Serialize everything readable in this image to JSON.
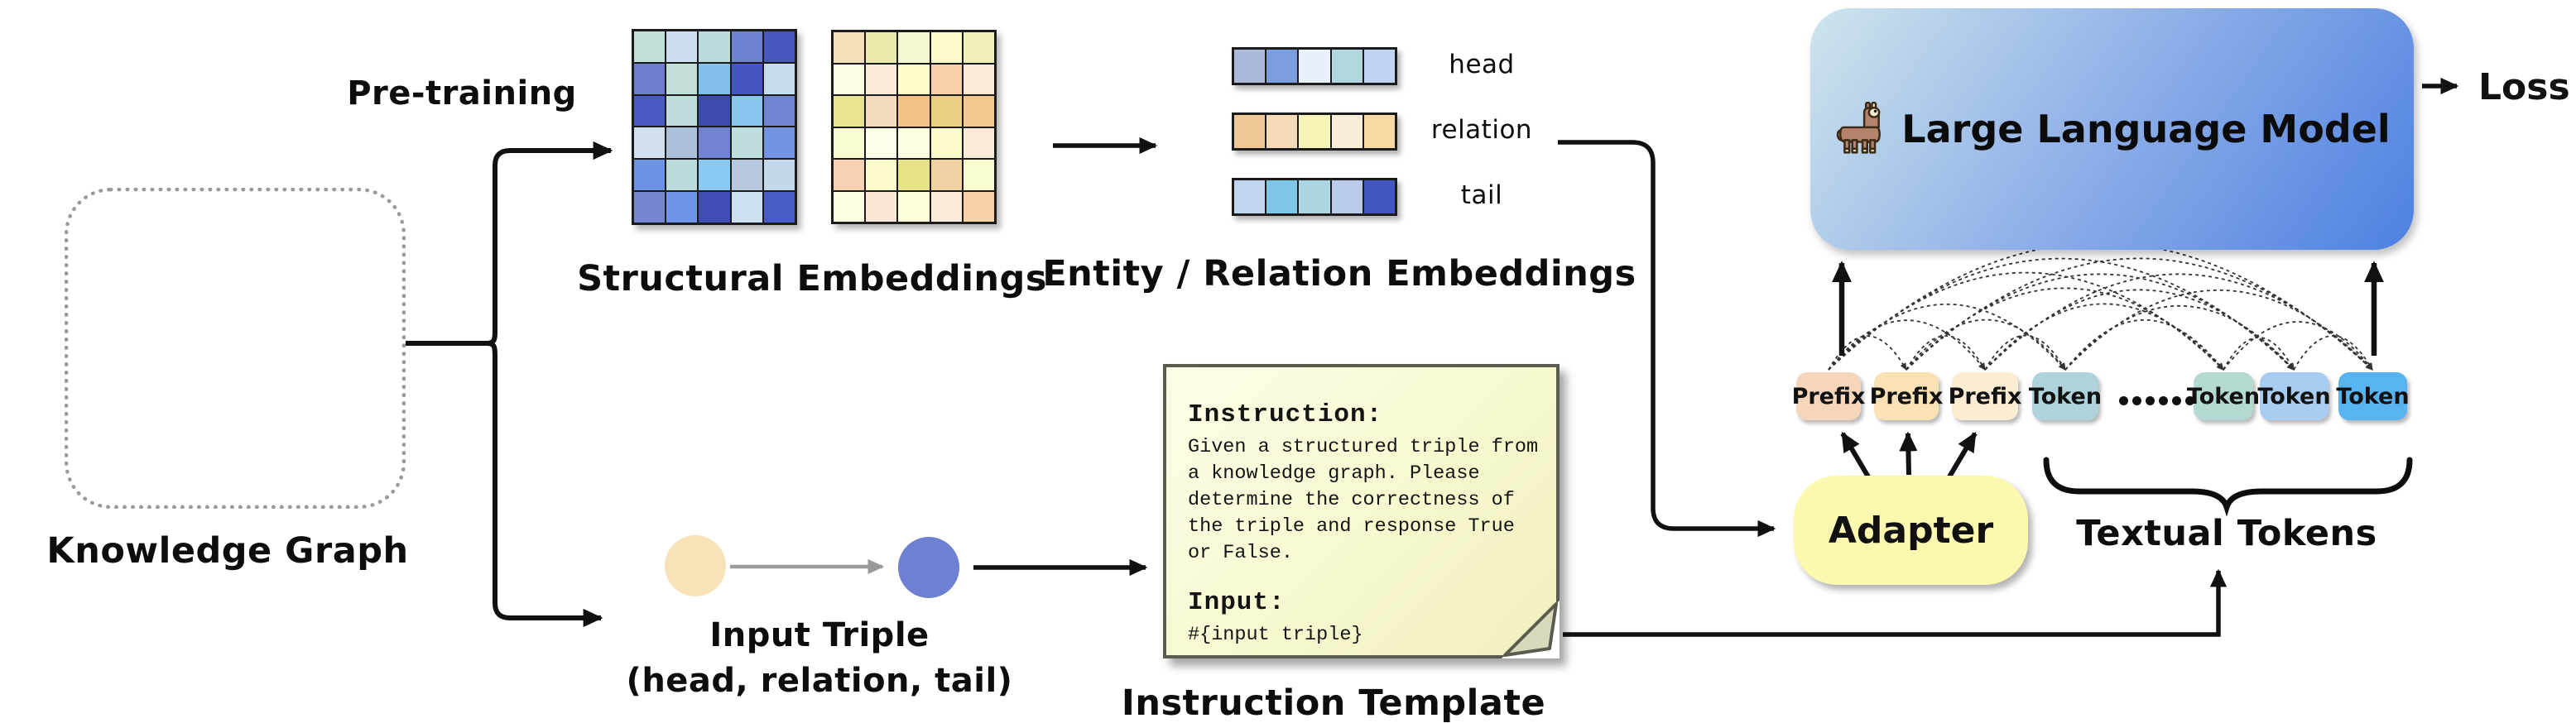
{
  "figure": {
    "knowledge_graph": {
      "caption": "Knowledge Graph",
      "nodes": [
        {
          "id": "gold",
          "color": "#dfa636"
        },
        {
          "id": "orange",
          "color": "#d2712a"
        },
        {
          "id": "yellow",
          "color": "#e5c23c"
        },
        {
          "id": "red",
          "color": "#b23b1d"
        },
        {
          "id": "navy",
          "color": "#3c4a96"
        },
        {
          "id": "steel",
          "color": "#a5bed6"
        },
        {
          "id": "olive",
          "color": "#5d6f28"
        },
        {
          "id": "mint",
          "color": "#ccdcd2"
        }
      ]
    },
    "pretraining": {
      "label": "Pre-training"
    },
    "structural_embeddings": {
      "caption": "Structural Embeddings",
      "entity_matrix": [
        [
          "#c2dfdc",
          "#cdddf0",
          "#badadb",
          "#6e81cf",
          "#4757bf"
        ],
        [
          "#6d7ecf",
          "#c2ddda",
          "#82bfee",
          "#4655c2",
          "#c8dbea"
        ],
        [
          "#4a59c4",
          "#bfdddb",
          "#3d4baf",
          "#89c5ef",
          "#7083d1"
        ],
        [
          "#d1dfee",
          "#acbfda",
          "#7082d0",
          "#bfdddd",
          "#7294e3"
        ],
        [
          "#6b92e3",
          "#badbda",
          "#88c8f1",
          "#b7c7de",
          "#c3d8ea"
        ],
        [
          "#7786d0",
          "#6e95e7",
          "#3f4db4",
          "#cde0f2",
          "#475cc7"
        ]
      ],
      "relation_matrix": [
        [
          "#f5ddb5",
          "#eaeaac",
          "#f7f7d1",
          "#fafaca",
          "#f0f0b8"
        ],
        [
          "#fdfde3",
          "#fbead9",
          "#fcfcca",
          "#f7d0ab",
          "#fbeada"
        ],
        [
          "#e7e38e",
          "#f4dabc",
          "#f2c286",
          "#eace84",
          "#f2c790"
        ],
        [
          "#fbfbd2",
          "#fdfdea",
          "#fdfde2",
          "#fafaca",
          "#faeada"
        ],
        [
          "#f7d2b2",
          "#fafaca",
          "#e7e386",
          "#f2d2a2",
          "#fbfbd2"
        ],
        [
          "#fdfde0",
          "#fae6d6",
          "#fdfdda",
          "#faeada",
          "#f7d0a6"
        ]
      ]
    },
    "entity_relation_embeddings": {
      "caption": "Entity / Relation Embeddings",
      "rows": [
        {
          "label": "head",
          "cells": [
            "#acbada",
            "#7c9ce0",
            "#eaf0fb",
            "#b0d6de",
            "#bed4f0"
          ]
        },
        {
          "label": "relation",
          "cells": [
            "#efc796",
            "#f7daba",
            "#f7f4ba",
            "#faeeda",
            "#f4daa2"
          ]
        },
        {
          "label": "tail",
          "cells": [
            "#c2d6f2",
            "#7ec6e6",
            "#acd6e2",
            "#bacaea",
            "#4456c2"
          ]
        }
      ]
    },
    "input_triple": {
      "title": "Input Triple",
      "subtitle": "(head, relation, tail)",
      "head_color": "#f8e2b8",
      "tail_color": "#6e80d1"
    },
    "instruction_note": {
      "heading": "Instruction:",
      "body_lines": [
        "Given a structured triple from",
        "a knowledge graph. Please",
        "determine the correctness of",
        "the triple and response True",
        "or False."
      ],
      "input_heading": "Input:",
      "input_value": "#{input triple}",
      "caption": "Instruction Template"
    },
    "adapter": {
      "label": "Adapter",
      "color": "#fcf8b0"
    },
    "textual_tokens": {
      "label": "Textual Tokens"
    },
    "token_sequence": [
      {
        "type": "prefix",
        "label": "Prefix",
        "color": "#f6d6ba"
      },
      {
        "type": "prefix",
        "label": "Prefix",
        "color": "#fbe2b5"
      },
      {
        "type": "prefix",
        "label": "Prefix",
        "color": "#faedd2"
      },
      {
        "type": "token",
        "label": "Token",
        "color": "#aed3da"
      },
      {
        "type": "dots",
        "label": "......"
      },
      {
        "type": "token",
        "label": "Token",
        "color": "#b4d9d3"
      },
      {
        "type": "token",
        "label": "Token",
        "color": "#a9cdf1"
      },
      {
        "type": "token",
        "label": "Token",
        "color": "#58b4f0"
      }
    ],
    "llm": {
      "label": "Large Language Model",
      "icon": "llama-icon",
      "gradient_start": "#cfe5ec",
      "gradient_end": "#4d80e0"
    },
    "loss": {
      "label": "Loss"
    }
  }
}
